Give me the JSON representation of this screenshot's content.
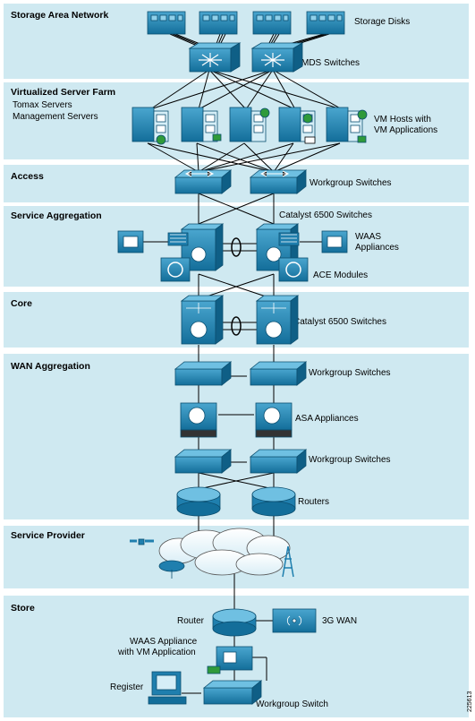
{
  "sections": {
    "san": {
      "title": "Storage Area Network",
      "storage_disks": "Storage Disks",
      "mds_switches": "MDS Switches"
    },
    "vsf": {
      "title": "Virtualized Server Farm",
      "sub1": "Tomax Servers",
      "sub2": "Management Servers",
      "vm_hosts_line1": "VM Hosts with",
      "vm_hosts_line2": "VM Applications"
    },
    "access": {
      "title": "Access",
      "workgroup_switches": "Workgroup Switches"
    },
    "service_agg": {
      "title": "Service Aggregation",
      "catalyst": "Catalyst 6500 Switches",
      "waas_line1": "WAAS",
      "waas_line2": "Appliances",
      "ace": "ACE Modules"
    },
    "core": {
      "title": "Core",
      "catalyst": "Catalyst 6500 Switches"
    },
    "wan_agg": {
      "title": "WAN Aggregation",
      "workgroup_switches_1": "Workgroup Switches",
      "asa": "ASA Appliances",
      "workgroup_switches_2": "Workgroup Switches",
      "routers": "Routers"
    },
    "provider": {
      "title": "Service Provider"
    },
    "store": {
      "title": "Store",
      "router": "Router",
      "wan3g": "3G WAN",
      "waas_vm_line1": "WAAS Appliance",
      "waas_vm_line2": "with VM Application",
      "register": "Register",
      "workgroup_switch": "Workgroup Switch"
    }
  },
  "figure_id": "225613",
  "colors": {
    "band": "#cfe9f1",
    "device": "#1f7fae",
    "device_dark": "#0f5f86"
  }
}
